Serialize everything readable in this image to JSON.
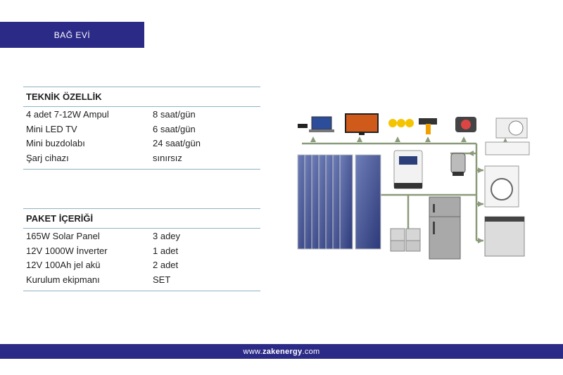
{
  "header": {
    "title": "BAĞ EVİ"
  },
  "technical": {
    "heading": "TEKNİK ÖZELLİK",
    "rows": [
      {
        "item": "4 adet 7-12W Ampul",
        "value": "8 saat/gün"
      },
      {
        "item": "Mini LED TV",
        "value": "6 saat/gün"
      },
      {
        "item": "Mini buzdolabı",
        "value": "24 saat/gün"
      },
      {
        "item": "Şarj cihazı",
        "value": "sınırsız"
      }
    ]
  },
  "package": {
    "heading": "PAKET İÇERİĞİ",
    "rows": [
      {
        "item": "165W Solar Panel",
        "value": "3 adey"
      },
      {
        "item": "12V 1000W İnverter",
        "value": "1 adet"
      },
      {
        "item": "12V 100Ah jel akü",
        "value": "2 adet"
      },
      {
        "item": "Kurulum ekipmanı",
        "value": "SET"
      }
    ]
  },
  "footer": {
    "prefix": "www.",
    "brand": "zakenergy",
    "suffix": ".com"
  },
  "colors": {
    "brand": "#2c2a87",
    "rule": "#8fb3c2",
    "wire": "#8a9a7a"
  }
}
